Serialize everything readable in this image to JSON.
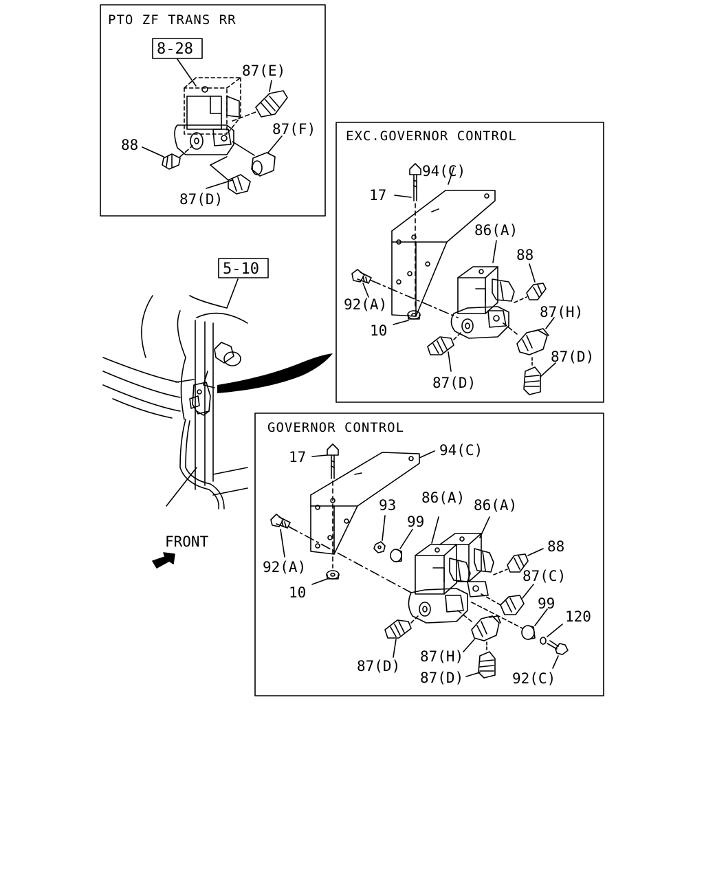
{
  "panels": {
    "pto": {
      "title": "PTO ZF TRANS RR",
      "ref": "8-28"
    },
    "exc": {
      "title": "EXC.GOVERNOR CONTROL"
    },
    "gov": {
      "title": "GOVERNOR CONTROL"
    }
  },
  "main": {
    "ref": "5-10",
    "front": "FRONT"
  },
  "labels": {
    "pto_87e": "87(E)",
    "pto_87f": "87(F)",
    "pto_88": "88",
    "pto_87d": "87(D)",
    "exc_94c": "94(C)",
    "exc_17": "17",
    "exc_86a": "86(A)",
    "exc_88": "88",
    "exc_92a": "92(A)",
    "exc_10": "10",
    "exc_87h": "87(H)",
    "exc_87d_r": "87(D)",
    "exc_87d_b": "87(D)",
    "gov_17": "17",
    "gov_94c": "94(C)",
    "gov_93": "93",
    "gov_86a_1": "86(A)",
    "gov_86a_2": "86(A)",
    "gov_99_1": "99",
    "gov_88": "88",
    "gov_92a": "92(A)",
    "gov_87c": "87(C)",
    "gov_10": "10",
    "gov_99_2": "99",
    "gov_120": "120",
    "gov_87d_l": "87(D)",
    "gov_87h": "87(H)",
    "gov_87d_b": "87(D)",
    "gov_92c": "92(C)"
  }
}
